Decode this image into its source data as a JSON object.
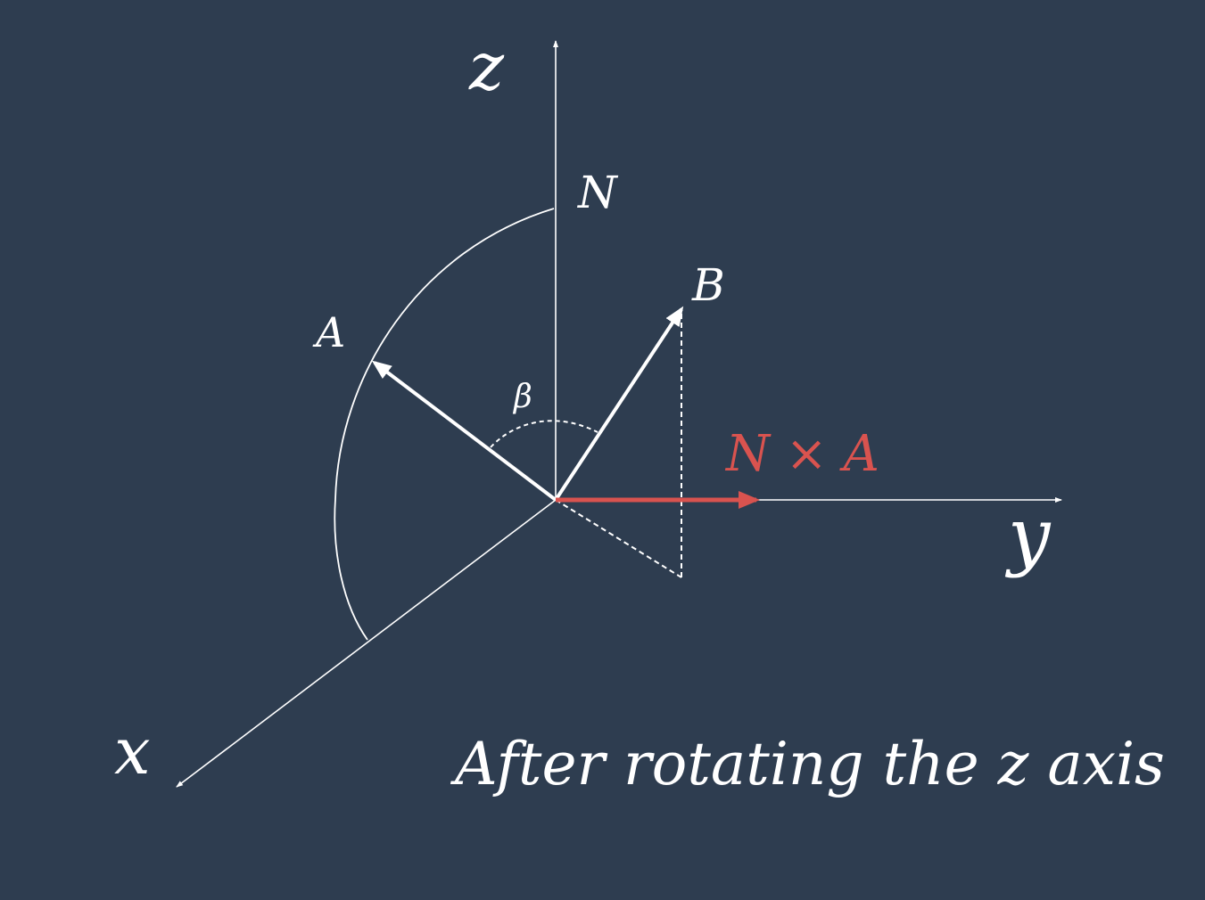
{
  "colors": {
    "background": "#2e3d50",
    "line": "#ffffff",
    "accent": "#d9534f"
  },
  "axes": {
    "z": "z",
    "y": "y",
    "x": "x"
  },
  "labels": {
    "N": "N",
    "A": "A",
    "B": "B",
    "beta": "β",
    "cross_product": "N × A"
  },
  "caption": "After rotating the z axis"
}
